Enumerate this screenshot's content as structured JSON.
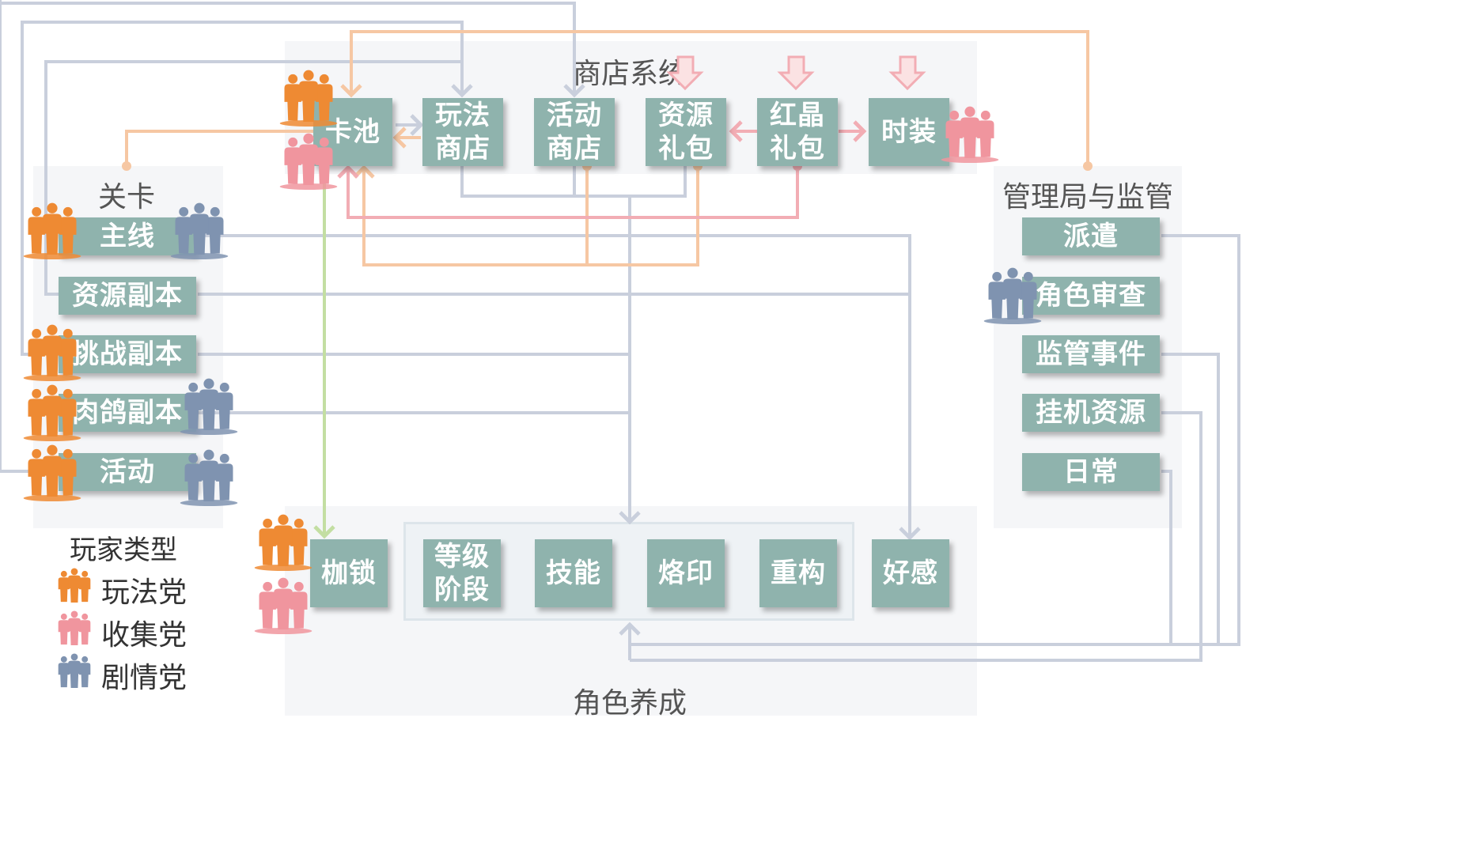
{
  "groups": {
    "shop": "商店系统",
    "stage": "关卡",
    "admin": "管理局与监管",
    "growth": "角色养成"
  },
  "nodes": {
    "kachi": "卡池",
    "wanfa_shop": "玩法\n商店",
    "huodong_shop": "活动\n商店",
    "ziyuan_pack": "资源\n礼包",
    "hongjing_pack": "红晶\n礼包",
    "shizhuang": "时装",
    "zhuxian": "主线",
    "ziyuan_fuben": "资源副本",
    "tiaozhan_fuben": "挑战副本",
    "rouge_fuben": "肉鸽副本",
    "huodong": "活动",
    "paiqian": "派遣",
    "juese_shencha": "角色审查",
    "jianguan_shijian": "监管事件",
    "guaji_ziyuan": "挂机资源",
    "richang": "日常",
    "jiasuo": "枷锁",
    "dengji": "等级\n阶段",
    "jineng": "技能",
    "laoyin": "烙印",
    "chonggou": "重构",
    "haogan": "好感"
  },
  "legend": {
    "title": "玩家类型",
    "items": [
      {
        "label": "玩法党",
        "color": "#ee8a33"
      },
      {
        "label": "收集党",
        "color": "#f0959e"
      },
      {
        "label": "剧情党",
        "color": "#7f93b0"
      }
    ]
  },
  "colors": {
    "node_fill": "#8fb3ad",
    "flow_gray": "#c9cfdc",
    "flow_orange": "#f6c7a3",
    "flow_pink": "#f2adb4",
    "flow_green": "#c3dea2",
    "player_gameplay": "#ee8a33",
    "player_collector": "#f0959e",
    "player_story": "#7f93b0"
  }
}
